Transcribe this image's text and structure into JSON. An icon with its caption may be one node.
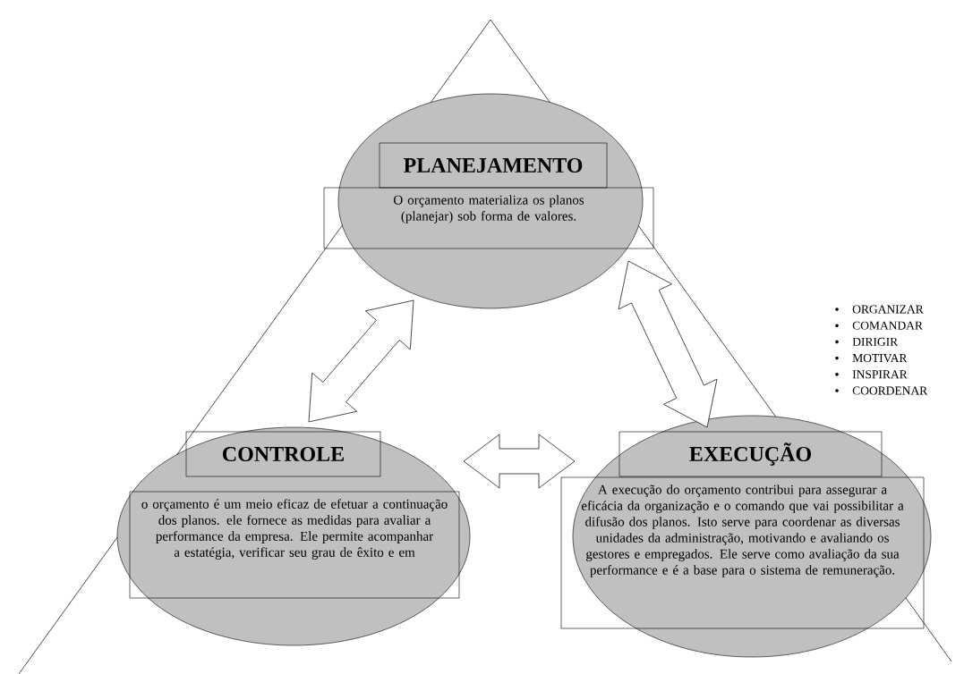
{
  "diagram": {
    "nodes": [
      {
        "text": [
          "PLANEJAMENTO",
          "O orçamento materializa os planos (planejar) sob forma de valores."
        ]
      },
      {
        "text": [
          "CONTROLE",
          "o orçamento é um meio eficaz de efetuar a continuação dos planos. ele fornece as medidas para avaliar a performance da empresa. Ele permite acompanhar a estatégia, verificar seu grau de êxito e em"
        ]
      },
      {
        "text": [
          "EXECUÇÃO",
          "A execução do orçamento contribui para assegurar a eficácia da organização e o comando que vai possibilitar a difusão dos planos. Isto serve para coordenar as diversas unidades da administração, motivando e avaliando os gestores e empregados. Ele serve como avaliação da sua performance e é a base para o sistema de remuneração."
        ]
      }
    ],
    "edges": [
      {
        "from": 0,
        "to": 1,
        "arrow": "both"
      },
      {
        "from": 0,
        "to": 2,
        "arrow": "both"
      },
      {
        "from": 1,
        "to": 2,
        "arrow": "both"
      }
    ],
    "labels": [
      "ORGANIZAR",
      "COMANDAR",
      "DIRIGIR",
      "MOTIVAR",
      "INSPIRAR",
      "COORDENAR"
    ]
  }
}
